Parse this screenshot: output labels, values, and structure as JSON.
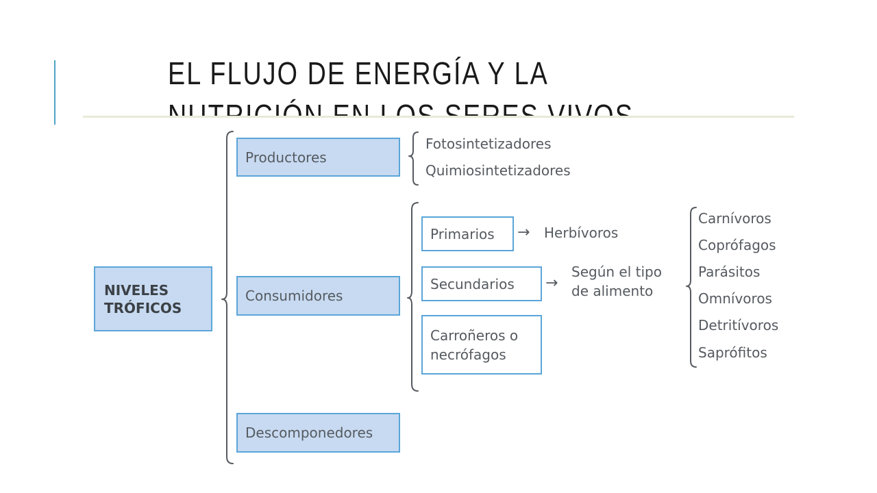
{
  "slide": {
    "title": "EL FLUJO DE ENERGÍA Y LA NUTRICIÓN EN LOS SERES VIVOS"
  },
  "diagram": {
    "root": "NIVELES TRÓFICOS",
    "productores": {
      "label": "Productores",
      "types": [
        "Fotosintetizadores",
        "Quimiosintetizadores"
      ]
    },
    "consumidores": {
      "label": "Consumidores",
      "primarios": {
        "label": "Primarios",
        "result": "Herbívoros"
      },
      "secundarios": {
        "label": "Secundarios",
        "result": "Según el tipo de alimento"
      },
      "carroneros": {
        "label": "Carroñeros o necrófagos"
      },
      "food_types": [
        "Carnívoros",
        "Coprófagos",
        "Parásitos",
        "Omnívoros",
        "Detritívoros",
        "Saprófitos"
      ]
    },
    "descomponedores": {
      "label": "Descomponedores"
    },
    "arrow_glyph": "→"
  },
  "colors": {
    "accent": "#4fa3c7",
    "box_fill": "#c7daf1",
    "box_border": "#5aa5d8",
    "bracket": "#555a60"
  }
}
